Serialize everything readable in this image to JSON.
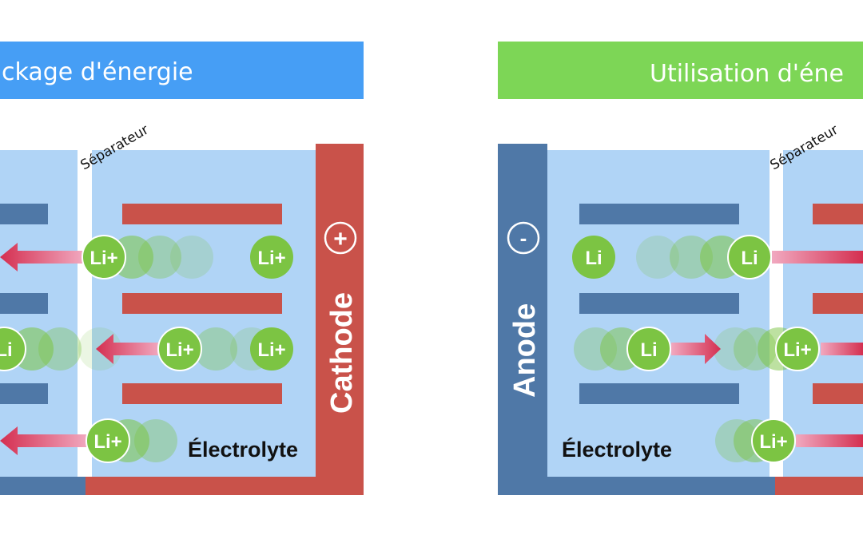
{
  "left_panel": {
    "title": "ckage d'énergie",
    "separator_label": "Séparateur",
    "electrolyte_label": "Électrolyte",
    "electrode_label": "Cathode",
    "electrode_sign": "+",
    "ion_label": "Li+",
    "atom_label": "Li"
  },
  "right_panel": {
    "title": "Utilisation d'éne",
    "separator_label": "Séparateur",
    "electrolyte_label": "Électrolyte",
    "electrode_label": "Anode",
    "electrode_sign": "-",
    "ion_label": "Li+",
    "atom_label": "Li"
  },
  "colors": {
    "charge_header": "#469ef5",
    "discharge_header": "#7dd656",
    "anode": "#4f78a7",
    "cathode": "#c9524a",
    "electrolyte": "#b0d4f6",
    "lithium": "#7cc443",
    "arrow": "#d9385a"
  }
}
